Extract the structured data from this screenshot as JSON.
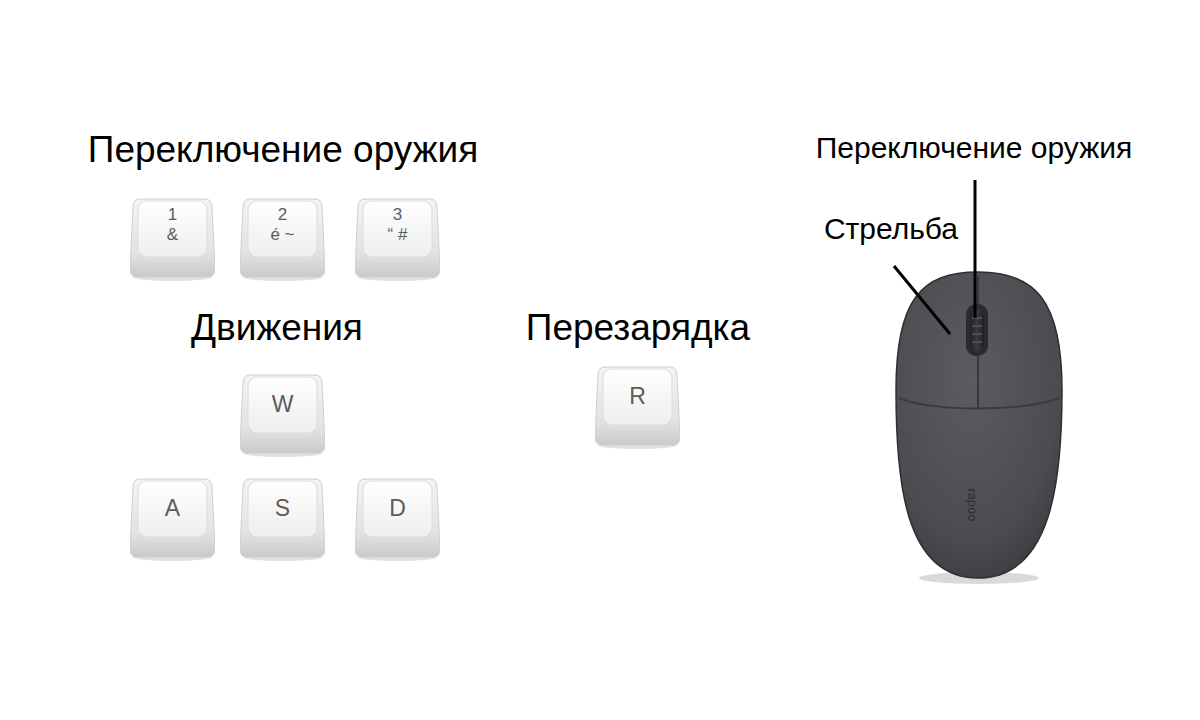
{
  "diagram": {
    "nodes": [
      {
        "text": [
          "1",
          "&"
        ]
      },
      {
        "text": [
          "2",
          "é ~"
        ]
      },
      {
        "text": [
          "3",
          "“ #"
        ]
      },
      {
        "text": [
          "W"
        ]
      },
      {
        "text": [
          "A"
        ]
      },
      {
        "text": [
          "S"
        ]
      },
      {
        "text": [
          "D"
        ]
      },
      {
        "text": [
          "R"
        ]
      },
      {
        "text": [
          "rapoo"
        ]
      }
    ],
    "labels": [
      "Переключение оружия",
      "Движения",
      "Перезарядка",
      "Переключение оружия",
      "Стрельба"
    ]
  }
}
